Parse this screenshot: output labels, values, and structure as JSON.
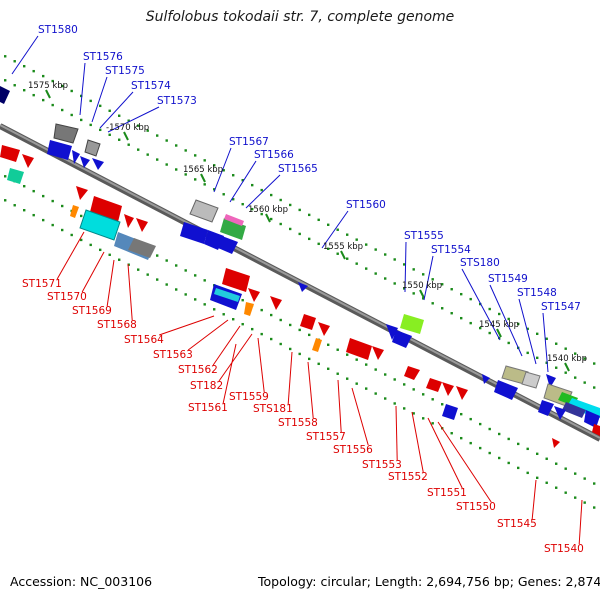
{
  "title": "Sulfolobus tokodaii str. 7, complete genome",
  "footer": {
    "accession": "Accession: NC_003106",
    "summary": "Topology: circular; Length: 2,694,756 bp; Genes: 2,874"
  },
  "colors": {
    "label_top": "#1010cc",
    "label_bottom": "#dd0000",
    "backbone": "#808080",
    "tick": "#1a8a1a"
  },
  "kbp_ticks": [
    "1575 kbp",
    "1570 kbp",
    "1565 kbp",
    "1560 kbp",
    "1555 kbp",
    "1550 kbp",
    "1545 kbp",
    "1540 kbp"
  ],
  "top_labels": [
    "ST1580",
    "ST1576",
    "ST1575",
    "ST1574",
    "ST1573",
    "ST1567",
    "ST1566",
    "ST1565",
    "ST1560",
    "ST1555",
    "ST1554",
    "STS180",
    "ST1549",
    "ST1548",
    "ST1547"
  ],
  "bottom_labels": [
    "ST1571",
    "ST1570",
    "ST1569",
    "ST1568",
    "ST1564",
    "ST1563",
    "ST1562",
    "ST182",
    "ST1561",
    "ST1559",
    "STS181",
    "ST1558",
    "ST1557",
    "ST1556",
    "ST1553",
    "ST1552",
    "ST1551",
    "ST1550",
    "ST1545",
    "ST1540"
  ]
}
